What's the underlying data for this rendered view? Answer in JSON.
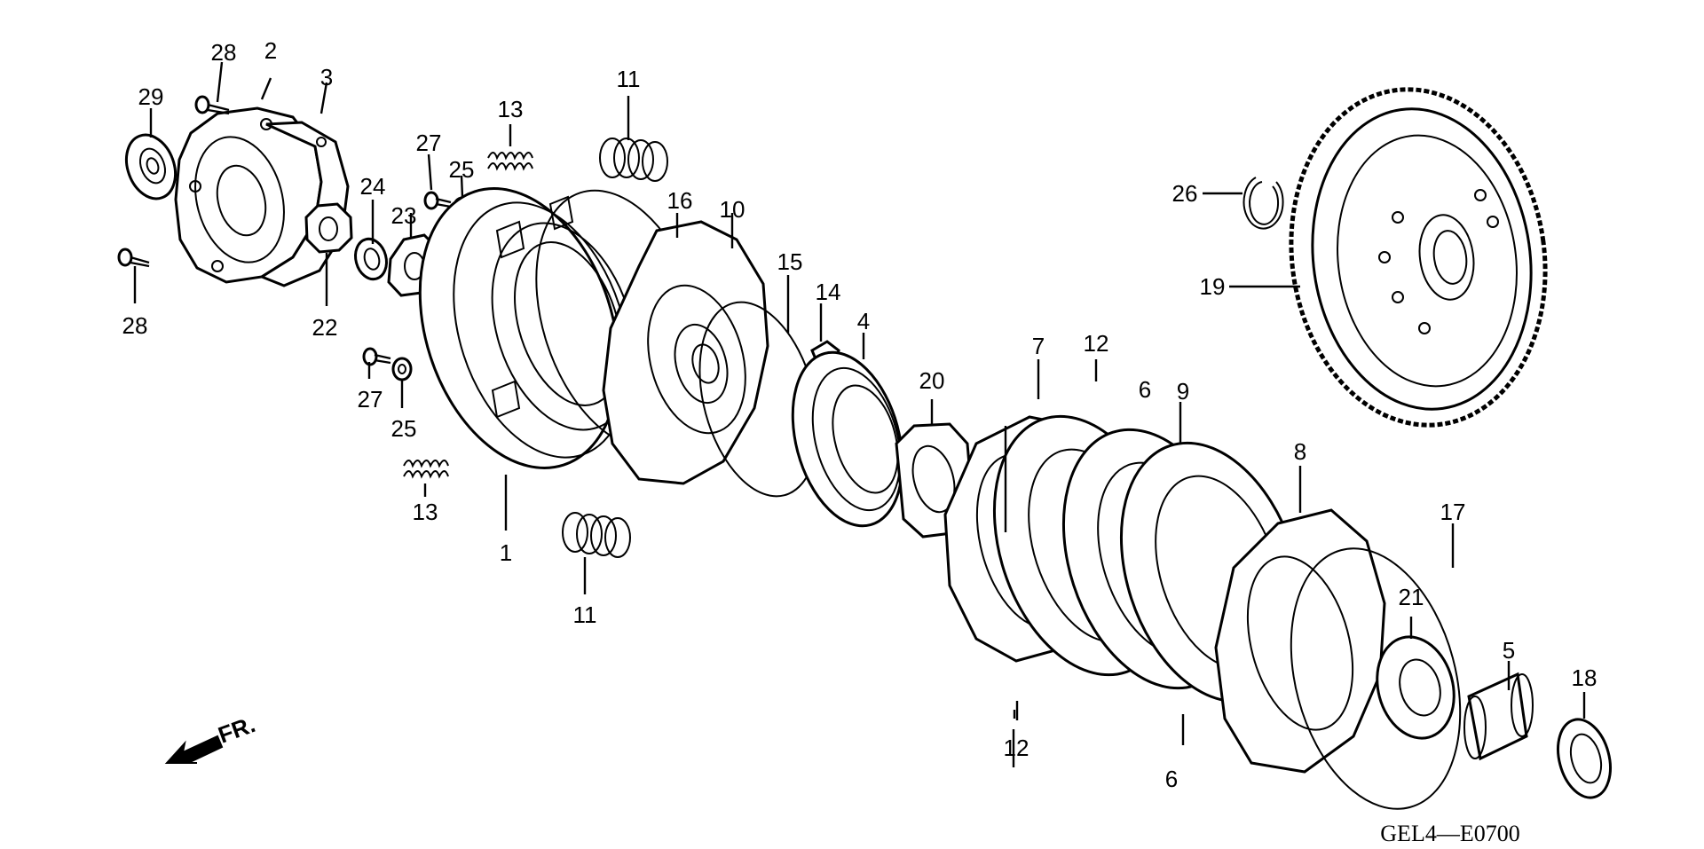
{
  "diagram": {
    "code": "GEL4—E0700",
    "direction_label": "FR.",
    "callouts": {
      "c1": "1",
      "c2": "2",
      "c3": "3",
      "c4": "4",
      "c5": "5",
      "c6a": "6",
      "c6b": "6",
      "c7": "7",
      "c8": "8",
      "c9": "9",
      "c10": "10",
      "c11a": "11",
      "c11b": "11",
      "c12a": "12",
      "c12b": "12",
      "c13a": "13",
      "c13b": "13",
      "c14": "14",
      "c15": "15",
      "c16": "16",
      "c17": "17",
      "c18": "18",
      "c19": "19",
      "c20": "20",
      "c21": "21",
      "c22": "22",
      "c23": "23",
      "c24": "24",
      "c25a": "25",
      "c25b": "25",
      "c26": "26",
      "c27a": "27",
      "c27b": "27",
      "c28a": "28",
      "c28b": "28",
      "c29": "29"
    }
  }
}
